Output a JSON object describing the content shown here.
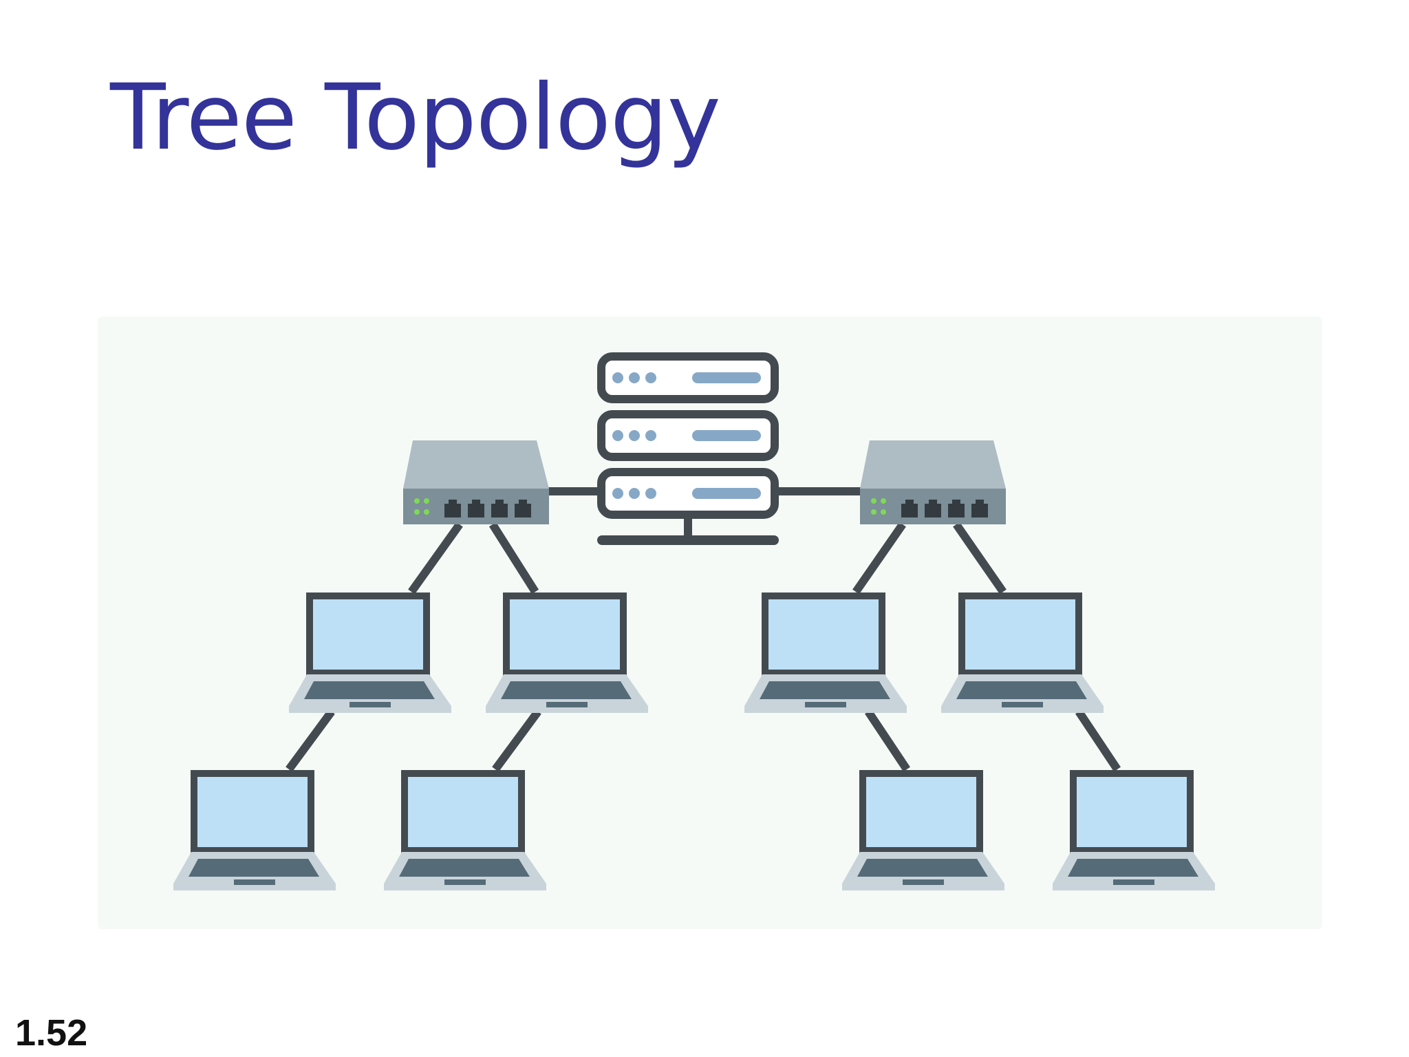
{
  "slide": {
    "title": "Tree Topology",
    "slide_number": "1.52"
  },
  "diagram": {
    "nodes": [
      {
        "id": "server",
        "kind": "server-rack-icon"
      },
      {
        "id": "switch-left",
        "kind": "network-switch-icon"
      },
      {
        "id": "switch-right",
        "kind": "network-switch-icon"
      },
      {
        "id": "laptop-l1",
        "kind": "laptop-icon"
      },
      {
        "id": "laptop-l2",
        "kind": "laptop-icon"
      },
      {
        "id": "laptop-r1",
        "kind": "laptop-icon"
      },
      {
        "id": "laptop-r2",
        "kind": "laptop-icon"
      },
      {
        "id": "laptop-l1a",
        "kind": "laptop-icon"
      },
      {
        "id": "laptop-l2a",
        "kind": "laptop-icon"
      },
      {
        "id": "laptop-r1a",
        "kind": "laptop-icon"
      },
      {
        "id": "laptop-r2a",
        "kind": "laptop-icon"
      }
    ],
    "edges": [
      [
        "server",
        "switch-left"
      ],
      [
        "server",
        "switch-right"
      ],
      [
        "switch-left",
        "laptop-l1"
      ],
      [
        "switch-left",
        "laptop-l2"
      ],
      [
        "switch-right",
        "laptop-r1"
      ],
      [
        "switch-right",
        "laptop-r2"
      ],
      [
        "laptop-l1",
        "laptop-l1a"
      ],
      [
        "laptop-l2",
        "laptop-l2a"
      ],
      [
        "laptop-r1",
        "laptop-r1a"
      ],
      [
        "laptop-r2",
        "laptop-r2a"
      ]
    ],
    "colors": {
      "title": "#33339a",
      "panel_background": "#f6faf6",
      "outline": "#444b50",
      "screen": "#bde0f7",
      "laptop_base": "#c9d4da",
      "keyboard": "#556b78",
      "switch_top": "#aebcc4",
      "switch_front": "#7d8f98",
      "port": "#333b40",
      "led": "#7ed957",
      "server_bar": "#86a8c6",
      "server_dot": "#86a8c6"
    }
  }
}
